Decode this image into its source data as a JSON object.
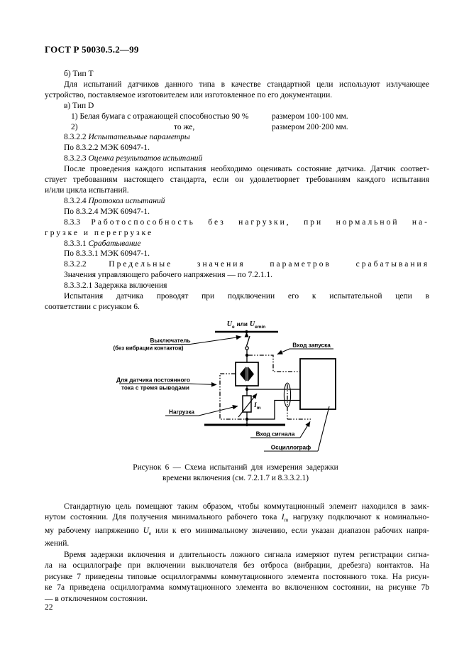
{
  "colors": {
    "ink": "#000000",
    "paper": "#ffffff"
  },
  "page": {
    "header": "ГОСТ Р 50030.5.2—99",
    "number": "22"
  },
  "body": {
    "l1": "б) Тип Т",
    "p2l1": "Для испытаний датчиков данного типа в качестве стандартной цели используют излучающее",
    "p2l2": "устройство, поставляемое изготовителем или изготовленное по его документации.",
    "l4": "в) Тип D",
    "item1_text": "1) Белая бумага с отражающей способностью 90 %",
    "item1_size": "размером 100·100 мм.",
    "item2_num": "2)",
    "item2_text": "то же,",
    "item2_size": "размером 200·200 мм.",
    "h7_num": "8.3.2.2",
    "h7_title": "Испытательные параметры",
    "l8": "По 8.3.2.2 МЭК 60947-1.",
    "h9_num": "8.3.2.3",
    "h9_title": "Оценка результатов испытаний",
    "p10l1": "После проведения каждого испытания необходимо оценивать состояние датчика. Датчик соответ-",
    "p10l2": "ствует требованиям настоящего стандарта, если он удовлетворяет требованиям каждого испытания",
    "p10l3": "и/или цикла испытаний.",
    "h13_num": "8.3.2.4",
    "h13_title": "Протокол испытаний",
    "l14": "По 8.3.2.4 МЭК 60947-1.",
    "h15_num": "8.3.3",
    "h15_l1": "Работоспособность без нагрузки, при нормальной на-",
    "h15_l2": "грузке и перегрузке",
    "h17_num": "8.3.3.1",
    "h17_title": "Срабатывание",
    "l18": "По 8.3.3.1 МЭК 60947-1.",
    "h19_num": "8.3.2.2",
    "h19_text": "Предельные значения параметров срабатывания",
    "l20": "Значения управляющего рабочего напряжения — по 7.2.1.1.",
    "l21": "8.3.3.2.1 Задержка включения",
    "p22l1": "Испытания датчика проводят при подключении его к испытательной цепи в",
    "p22l2": "соответствии с рисунком 6."
  },
  "diagram": {
    "supply_U1": "U",
    "supply_sub1": "e",
    "supply_mid": "или",
    "supply_U2": "U",
    "supply_sub2": "emin",
    "switch_l1": "Выключатель",
    "switch_l2": "(без вибрации контактов)",
    "trigger": "Вход запуска",
    "dc_l1": "Для датчика постоянного",
    "dc_l2": "тока с тремя выводами",
    "load": "Нагрузка",
    "current_sym": "I",
    "current_sub": "m",
    "signal": "Вход сигнала",
    "scope": "Осциллограф"
  },
  "figure": {
    "caption_l1": "Рисунок 6 — Схема испытаний для измерения задержки",
    "caption_l2": "времени включения (см. 7.2.1.7 и 8.3.3.2.1)"
  },
  "bottom": {
    "p1l1": "Стандартную цель помещают таким образом, чтобы коммутационный элемент находился в замк-",
    "p1l2a": "нутом состоянии. Для получения минимального рабочего тока ",
    "sym_I": "I",
    "sub_m": "m",
    "p1l2b": " нагрузку подключают к номинально-",
    "p1l3a": "му рабочему напряжению ",
    "sym_U": "U",
    "sub_e": "e",
    "p1l3b": " или к его минимальному значению, если указан диапазон рабочих напря-",
    "p1l4": "жений.",
    "p2l1": "Время задержки включения и длительность ложного сигнала измеряют путем регистрации сигна-",
    "p2l2": "ла на осциллографе при включении выключателя без отброса (вибрации, дребезга) контактов. На",
    "p2l3": "рисунке 7 приведены типовые осциллограммы коммутационного элемента постоянного тока. На рисун-",
    "p2l4": "ке 7а приведена осциллограмма коммутационного элемента во включенном состоянии, на рисунке 7b",
    "p2l5": "— в отключенном состоянии."
  }
}
